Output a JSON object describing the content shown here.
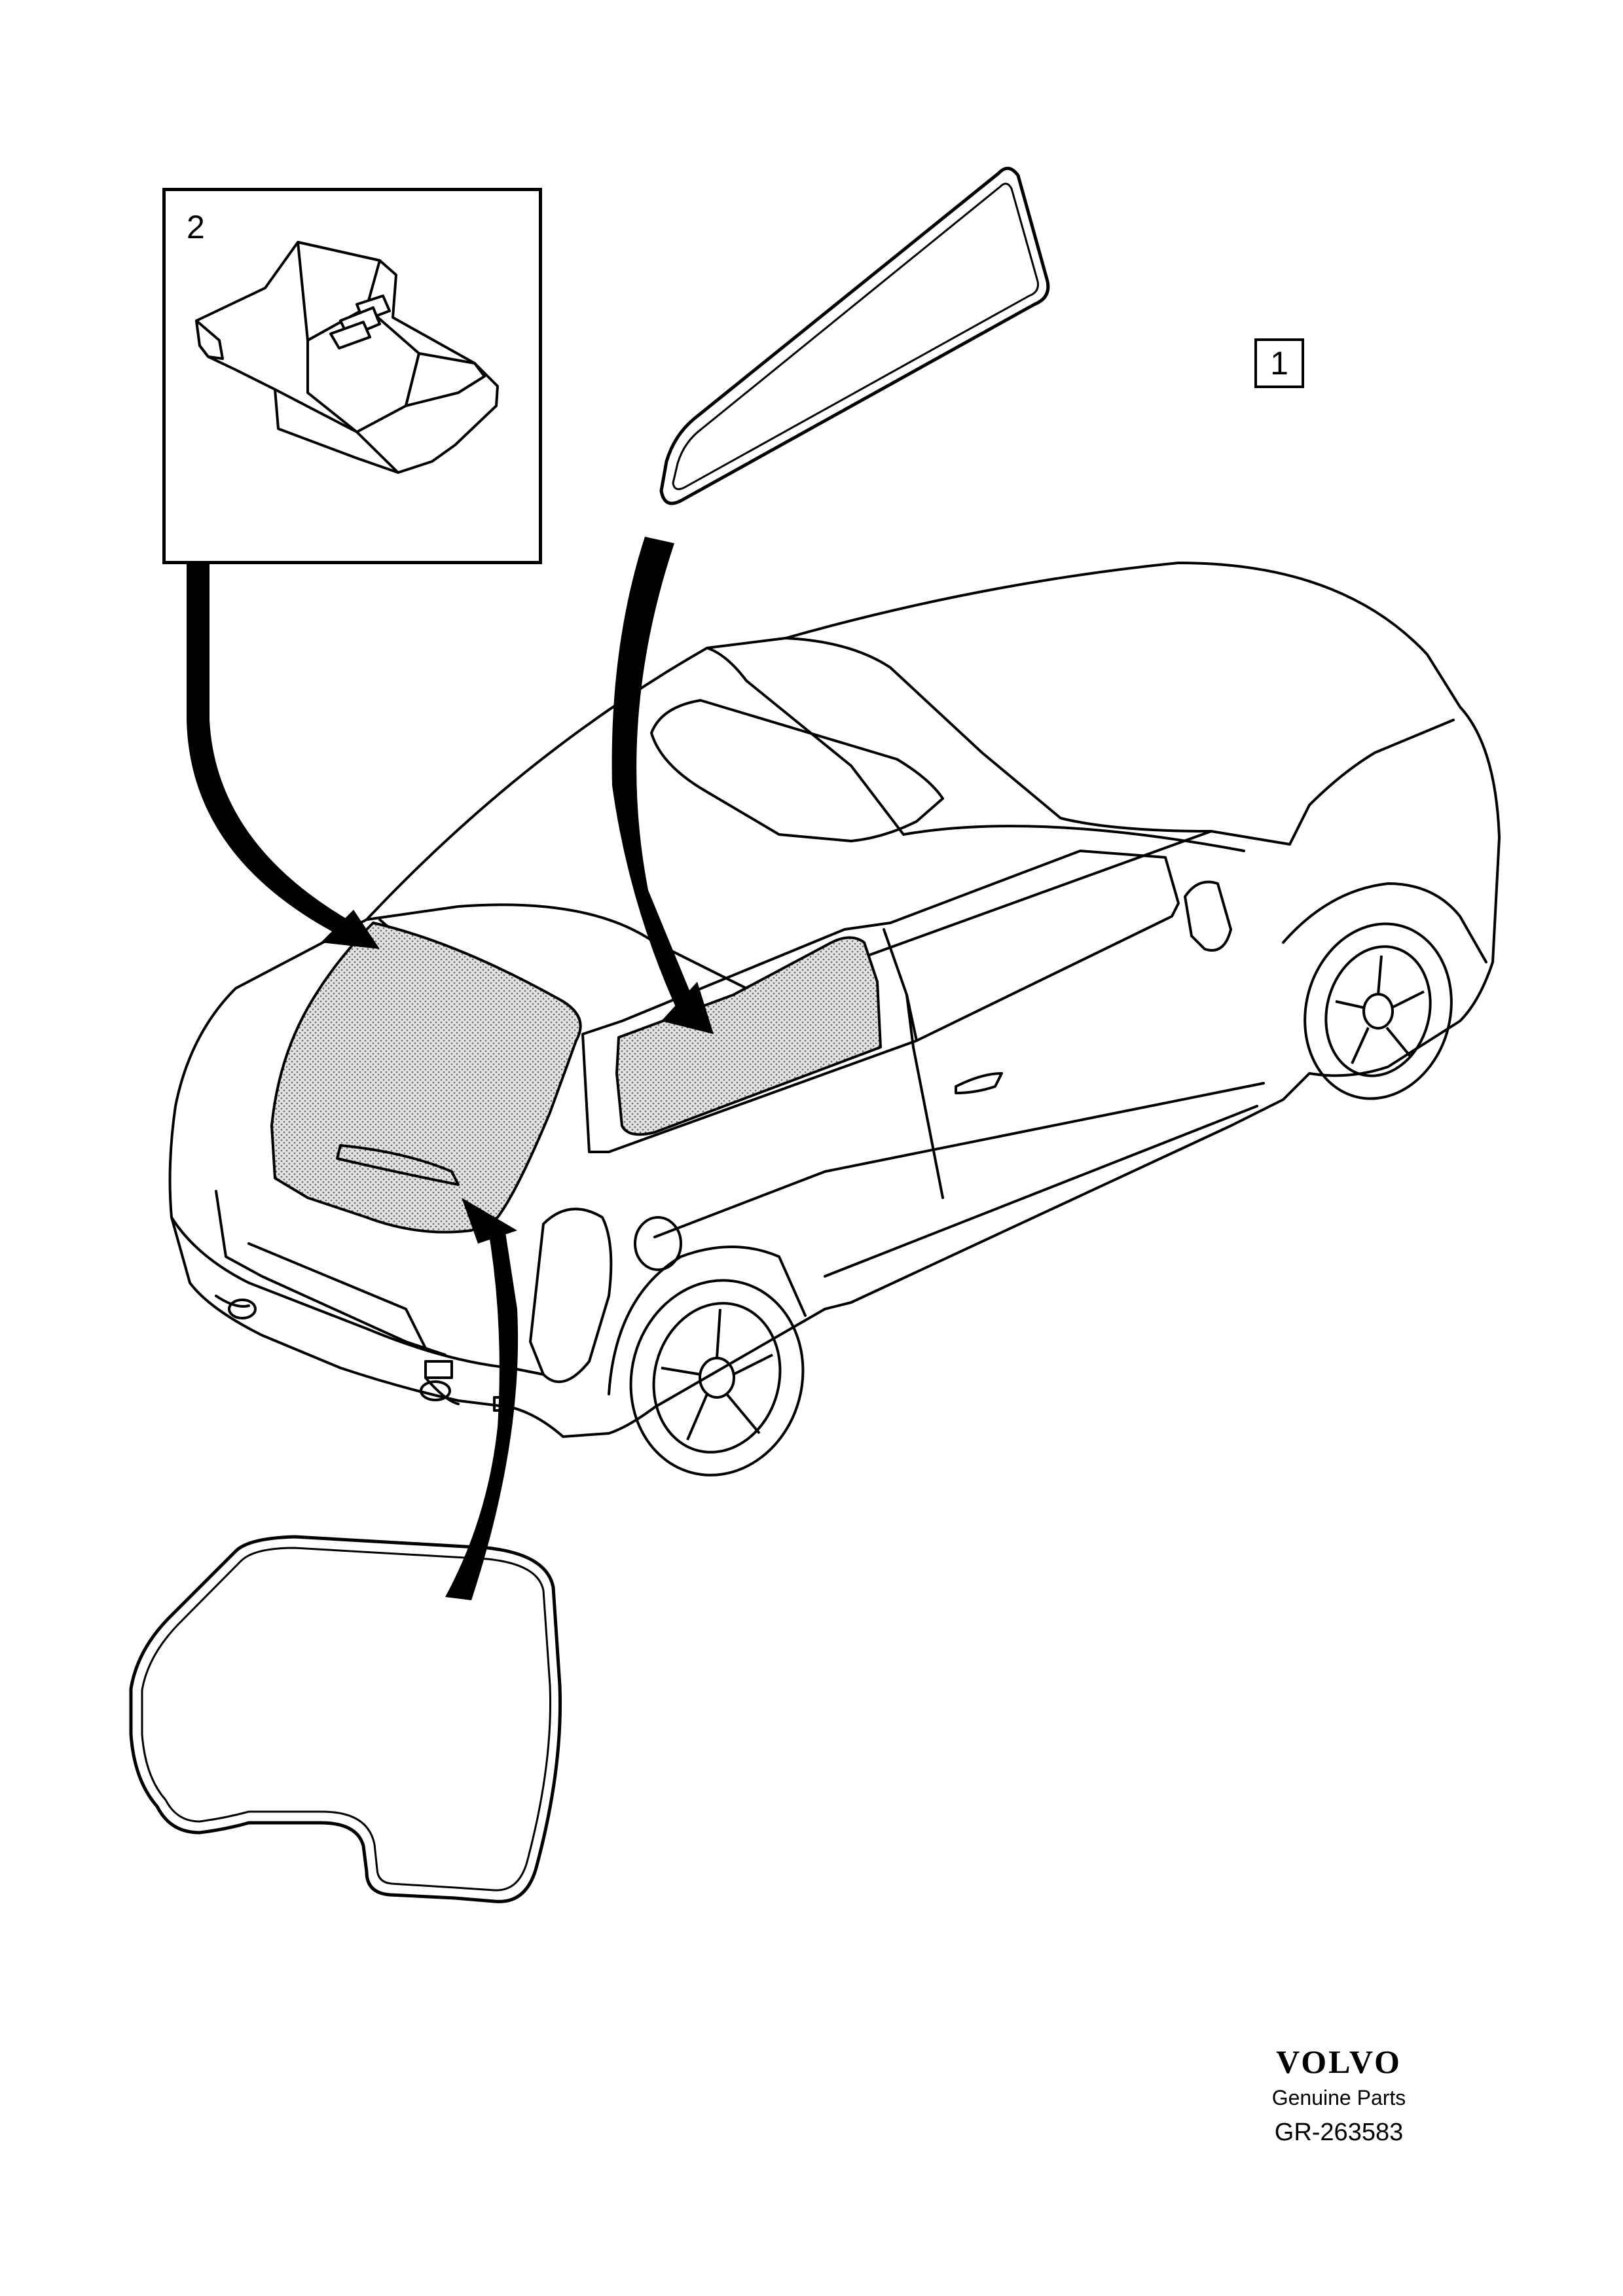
{
  "diagram": {
    "labels": {
      "inset_number": "2",
      "reference_number": "1"
    },
    "brand": {
      "logo": "VOLVO",
      "subtitle": "Genuine Parts",
      "reference": "GR-263583"
    },
    "parts": [
      {
        "name": "clip",
        "icon": "clip-icon"
      },
      {
        "name": "side-window-glass",
        "icon": "quarter-window-icon"
      },
      {
        "name": "rear-window-glass",
        "icon": "rear-window-icon"
      }
    ],
    "colors": {
      "line": "#000000",
      "glass_fill": "#bdbdbd",
      "background": "#ffffff"
    }
  }
}
